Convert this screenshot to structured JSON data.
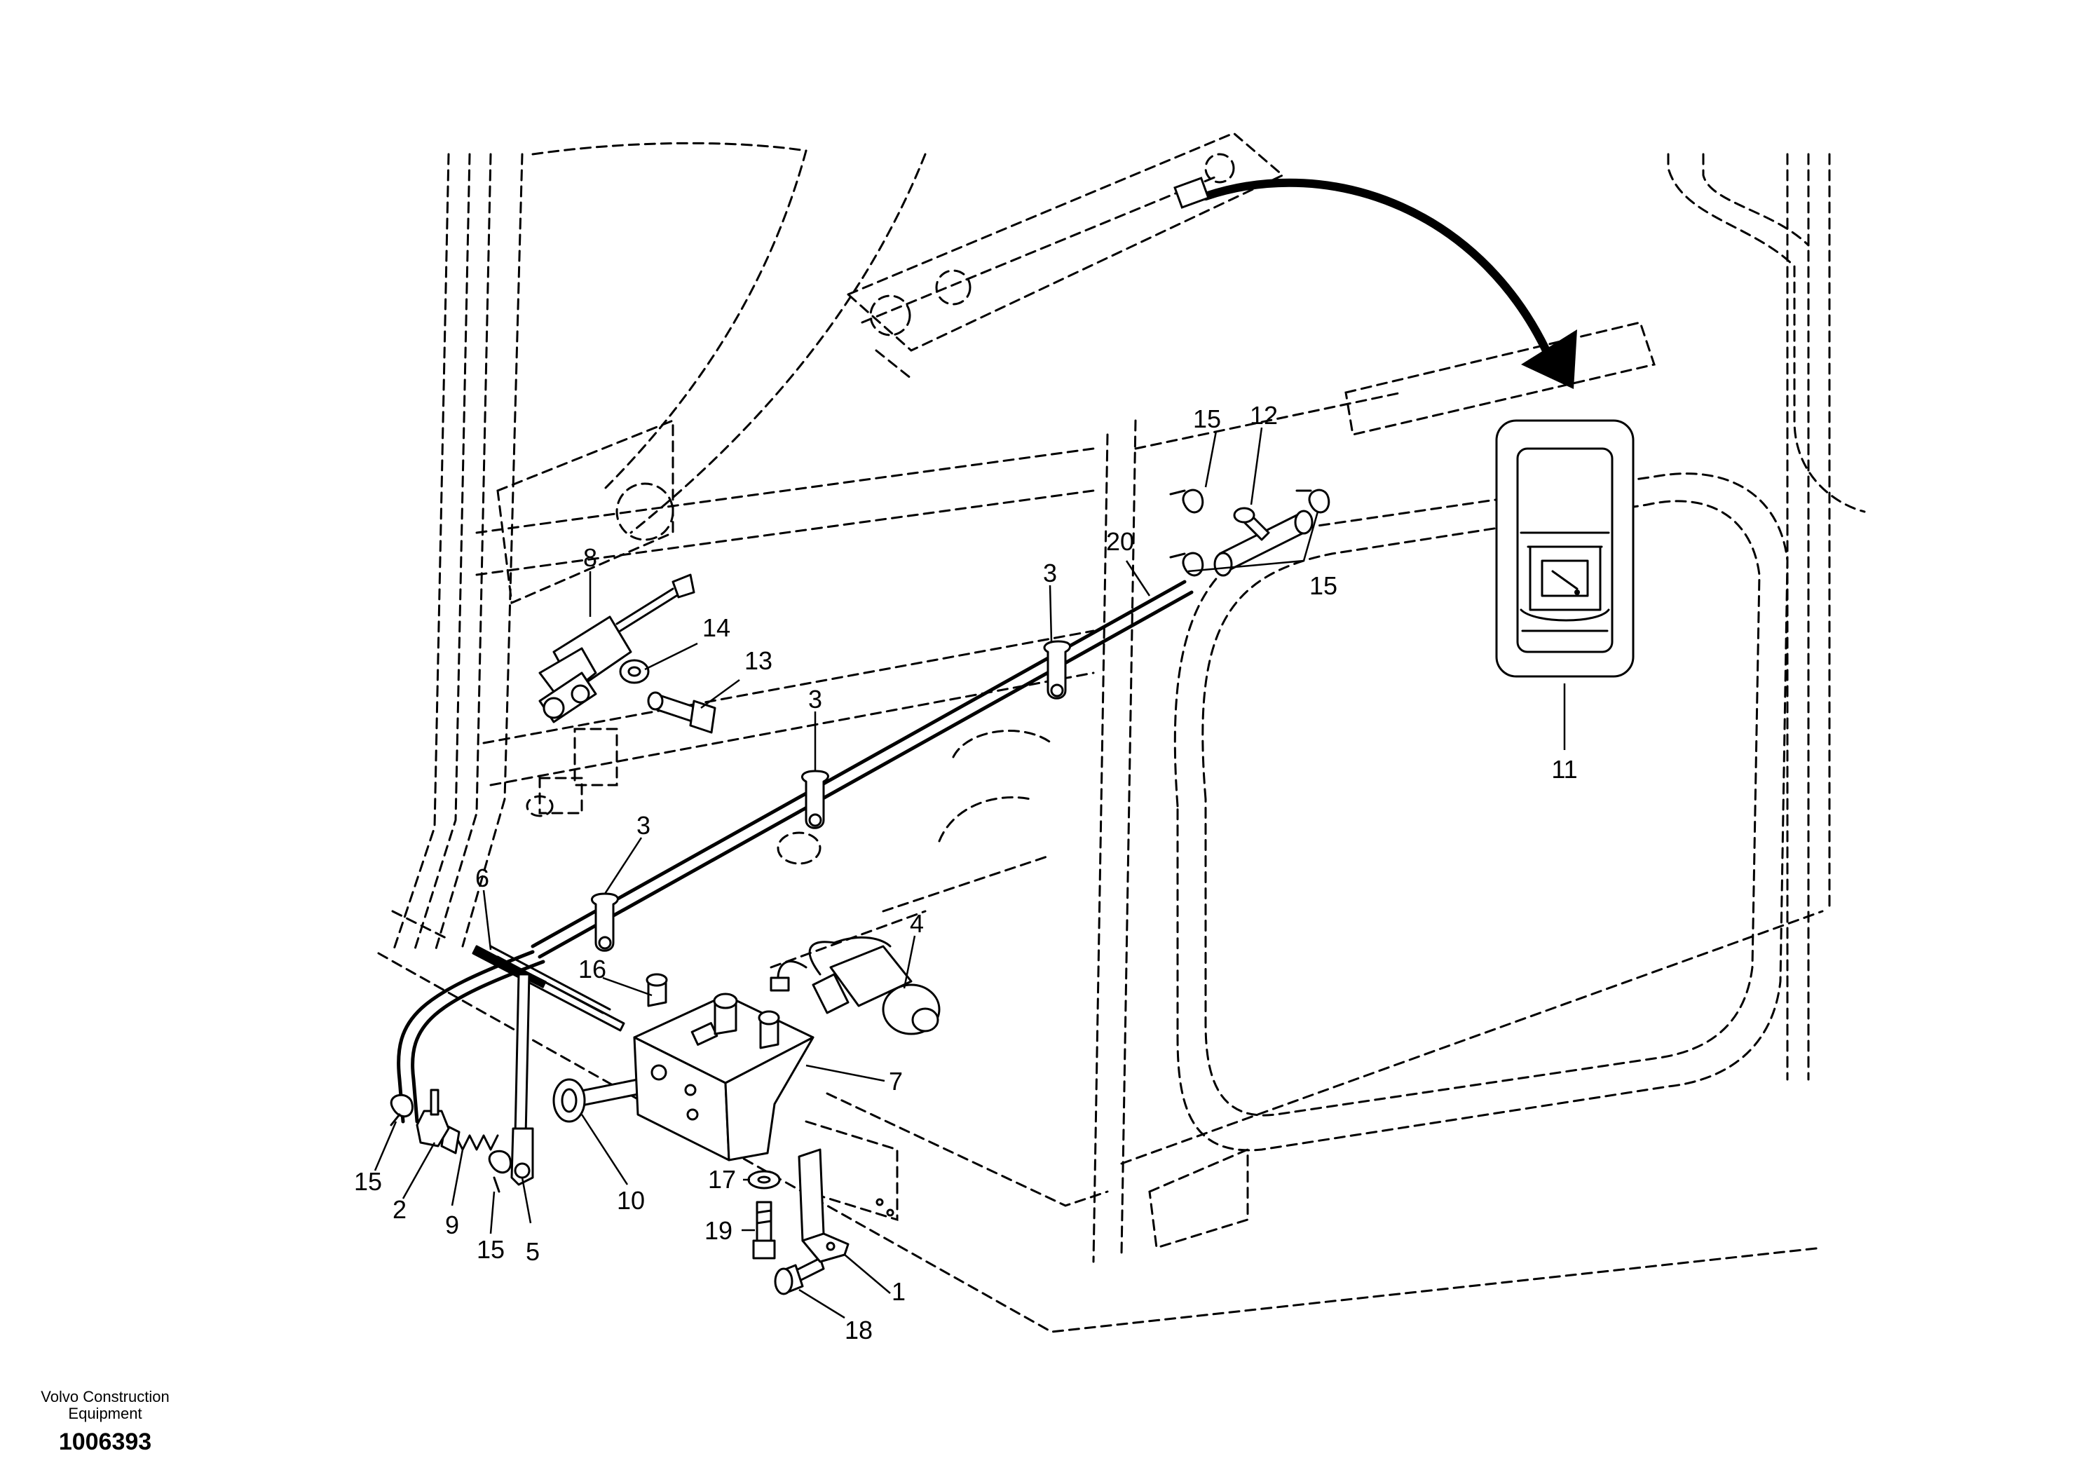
{
  "callouts": {
    "c1": "1",
    "c2": "2",
    "c3a": "3",
    "c3b": "3",
    "c3c": "3",
    "c4": "4",
    "c5": "5",
    "c6": "6",
    "c7": "7",
    "c8": "8",
    "c9": "9",
    "c10": "10",
    "c11": "11",
    "c12": "12",
    "c13": "13",
    "c14": "14",
    "c15a": "15",
    "c15b": "15",
    "c15c": "15",
    "c15d": "15",
    "c16": "16",
    "c17": "17",
    "c18": "18",
    "c19": "19",
    "c20": "20"
  },
  "caption": {
    "company_line1": "Volvo Construction",
    "company_line2": "Equipment",
    "drawing_number": "1006393"
  }
}
